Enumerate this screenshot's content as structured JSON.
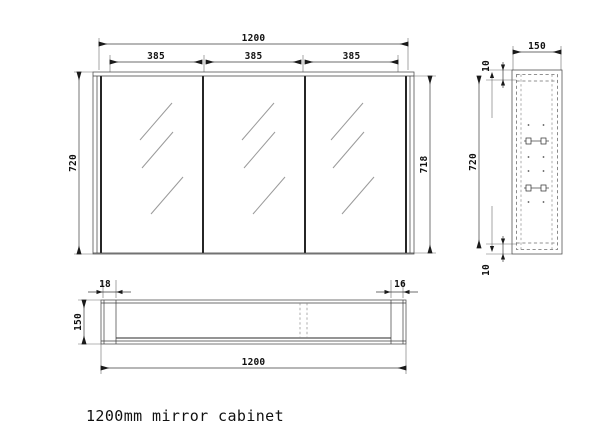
{
  "document": {
    "caption": "1200mm mirror cabinet",
    "background_color": "#ffffff",
    "line_color": "#1a1a1a",
    "dimension_color": "#3c3c3c"
  },
  "views": {
    "front": {
      "name": "front elevation",
      "overall_width_label": "1200",
      "door_width_labels": [
        "385",
        "385",
        "385"
      ],
      "height_left_label": "720",
      "height_right_label": "718",
      "door_count": 3,
      "reflection_lines_per_door": 3
    },
    "side": {
      "name": "side section view",
      "depth_label": "150",
      "top_thickness_label": "10",
      "bottom_thickness_label": "10",
      "height_label": "720",
      "shelf_rows": 2,
      "hinges_per_row": 2
    },
    "plan": {
      "name": "plan / top view",
      "left_thickness_label": "18",
      "right_thickness_label": "16",
      "depth_label": "150",
      "overall_width_label": "1200"
    }
  }
}
